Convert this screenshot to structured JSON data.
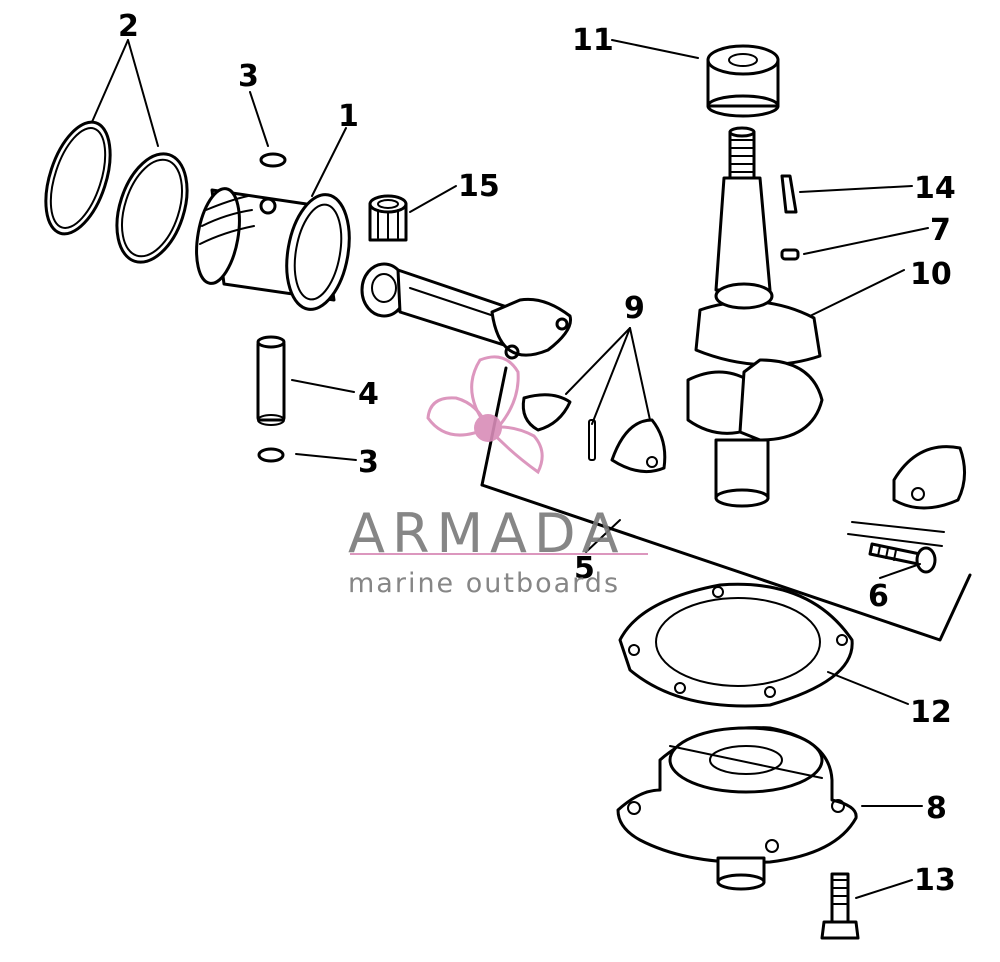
{
  "callouts": {
    "c1": "1",
    "c2": "2",
    "c3a": "3",
    "c3b": "3",
    "c4": "4",
    "c5": "5",
    "c6": "6",
    "c7": "7",
    "c8": "8",
    "c9": "9",
    "c10": "10",
    "c11": "11",
    "c12": "12",
    "c13": "13",
    "c14": "14",
    "c15": "15"
  },
  "watermark": {
    "brand": "ARMADA",
    "tagline": "marine outboards",
    "logo_icon": "propeller-icon",
    "brand_color": "#7a7a7a",
    "logo_color": "#d98cb8"
  }
}
